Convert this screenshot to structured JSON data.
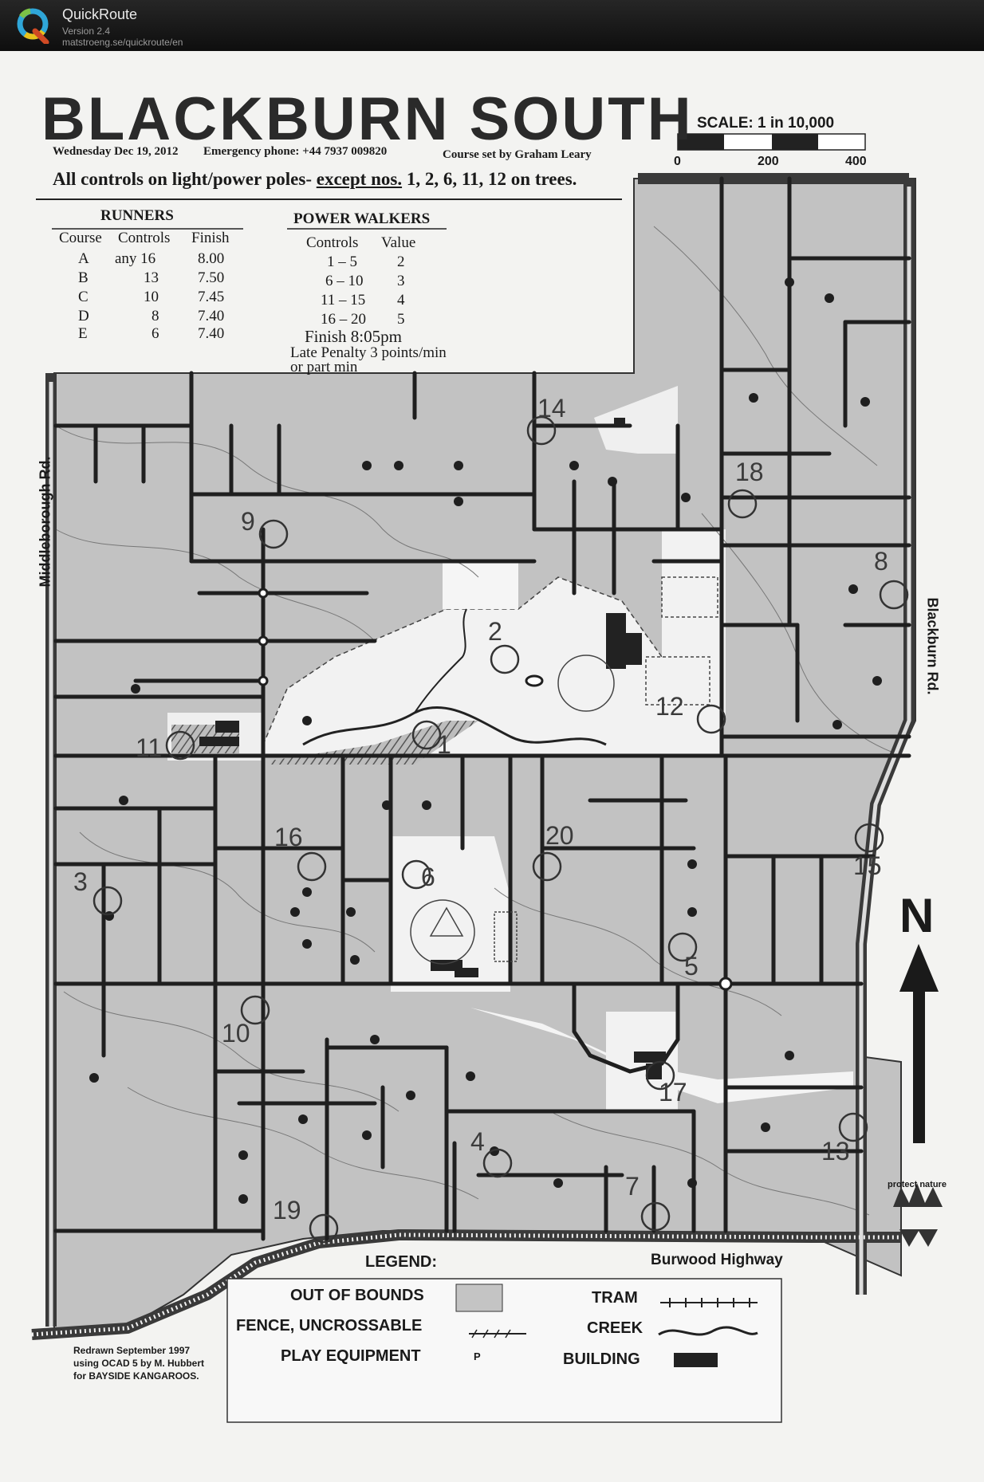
{
  "app": {
    "name": "QuickRoute",
    "version": "Version 2.4",
    "url": "matstroeng.se/quickroute/en"
  },
  "map": {
    "title": "BLACKBURN  SOUTH",
    "scale_label": "SCALE: 1  in 10,000",
    "scale_ticks": [
      "0",
      "200",
      "400"
    ],
    "date": "Wednesday Dec 19, 2012",
    "emergency": "Emergency phone: +44 7937 009820",
    "course_setter": "Course set by Graham Leary",
    "controls_note_pre": "All controls on light/power poles- ",
    "controls_note_u": "except nos.",
    "controls_note_post": " 1, 2, 6, 11, 12 on trees.",
    "runners": {
      "title": "RUNNERS",
      "headers": [
        "Course",
        "Controls",
        "Finish"
      ],
      "rows": [
        [
          "A",
          "any 16",
          "8.00"
        ],
        [
          "B",
          "13",
          "7.50"
        ],
        [
          "C",
          "10",
          "7.45"
        ],
        [
          "D",
          "8",
          "7.40"
        ],
        [
          "E",
          "6",
          "7.40"
        ]
      ]
    },
    "walkers": {
      "title": "POWER WALKERS",
      "headers": [
        "Controls",
        "Value"
      ],
      "rows": [
        [
          "1 – 5",
          "2"
        ],
        [
          "6 – 10",
          "3"
        ],
        [
          "11 – 15",
          "4"
        ],
        [
          "16 – 20",
          "5"
        ]
      ],
      "finish": "Finish  8:05pm",
      "penalty_1": "Late Penalty 3 points/min",
      "penalty_2": "or part min"
    },
    "roads": {
      "west": "Middleborough Rd.",
      "east": "Blackburn Rd.",
      "south": "Burwood Highway"
    },
    "controls": [
      "1",
      "2",
      "3",
      "4",
      "5",
      "6",
      "7",
      "8",
      "9",
      "10",
      "11",
      "12",
      "13",
      "14",
      "15",
      "16",
      "17",
      "18",
      "19",
      "20"
    ],
    "north": "N",
    "protect": "protect nature",
    "legend": {
      "title": "LEGEND:",
      "items": [
        {
          "label": "OUT OF BOUNDS"
        },
        {
          "label": "FENCE, UNCROSSABLE"
        },
        {
          "label": "PLAY EQUIPMENT",
          "symbol": "P"
        },
        {
          "label": "TRAM"
        },
        {
          "label": "CREEK"
        },
        {
          "label": "BUILDING"
        }
      ]
    },
    "credit": [
      "Redrawn September 1997",
      "using OCAD 5 by M. Hubbert",
      "for BAYSIDE KANGAROOS."
    ]
  }
}
